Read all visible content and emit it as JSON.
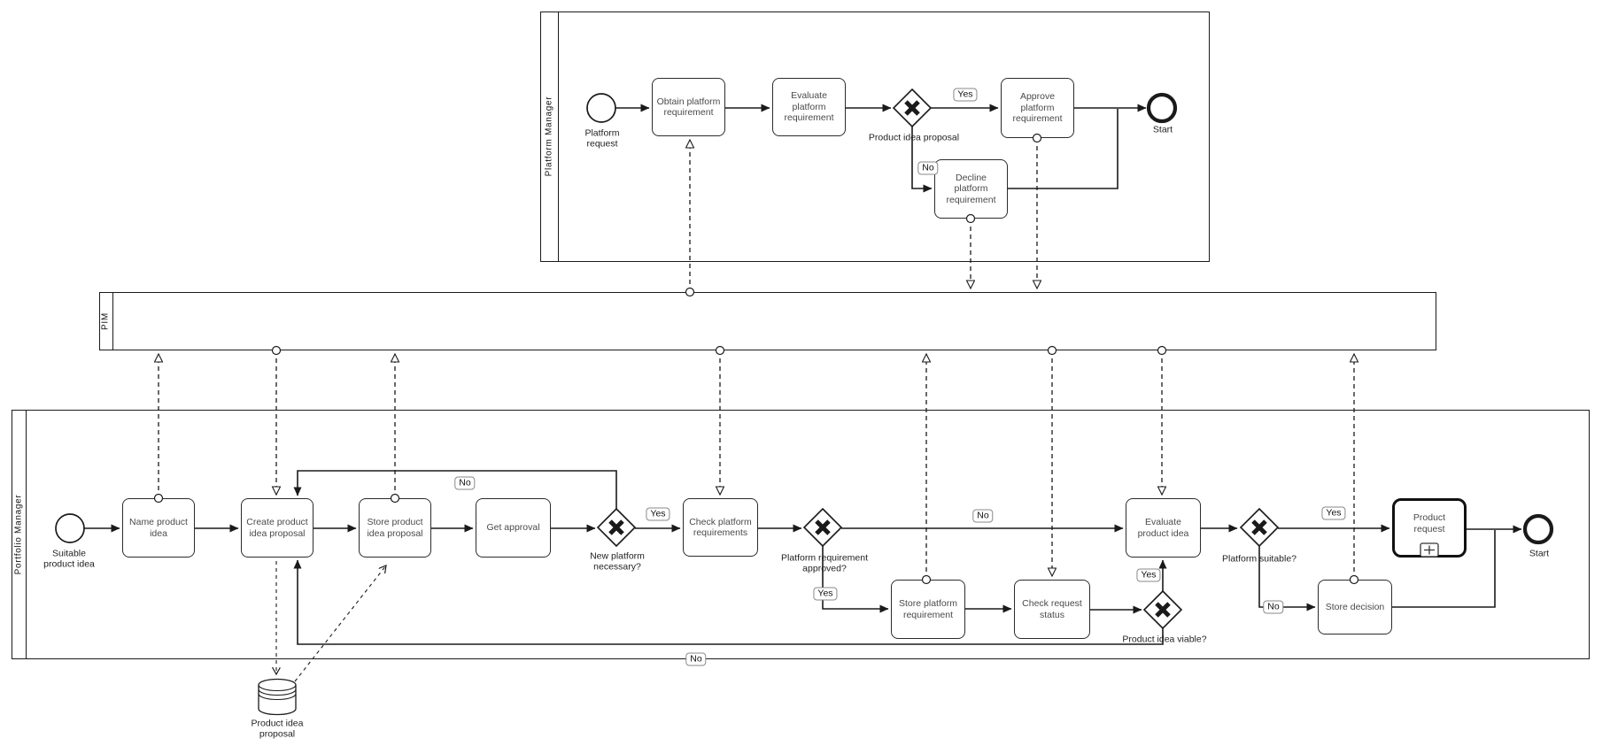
{
  "style": {
    "stroke": "#1a1a1a",
    "task_text": "#4a4a4a",
    "background": "#ffffff"
  },
  "badges": {
    "yes": "Yes",
    "no": "No"
  },
  "pools": {
    "platform": {
      "label": "Platform Manager"
    },
    "pim": {
      "label": "PIM"
    },
    "portfolio": {
      "label": "Portfolio Manager"
    }
  },
  "platform": {
    "start_label": "Platform\nrequest",
    "task_obtain": "Obtain platform\nrequirement",
    "task_evaluate": "Evaluate\nplatform\nrequirement",
    "gateway_proposal_label": "Product idea proposal",
    "task_approve": "Approve\nplatform\nrequirement",
    "task_decline": "Decline\nplatform\nrequirement",
    "end_label": "Start"
  },
  "portfolio": {
    "start_label": "Suitable\nproduct idea",
    "task_name_idea": "Name product\nidea",
    "task_create_proposal": "Create product\nidea proposal",
    "task_store_proposal": "Store product\nidea proposal",
    "task_get_approval": "Get approval",
    "gw_new_platform": "New platform\nnecessary?",
    "task_check_platform": "Check platform\nrequirements",
    "gw_approved": "Platform requirement\napproved?",
    "task_store_platform": "Store platform\nrequirement",
    "task_check_request": "Check request\nstatus",
    "gw_viable": "Product idea viable?",
    "task_evaluate_idea": "Evaluate\nproduct idea",
    "gw_suitable": "Platform suitable?",
    "subprocess_product_request": "Product\nrequest",
    "task_store_decision": "Store decision",
    "end_label": "Start",
    "datastore_label": "Product idea\nproposal"
  }
}
